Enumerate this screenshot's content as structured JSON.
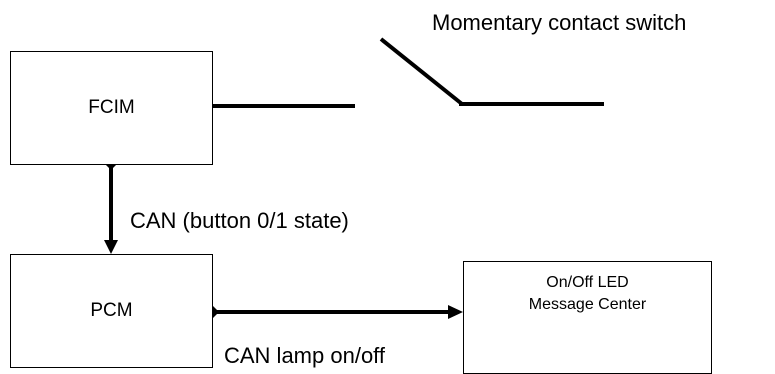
{
  "diagram": {
    "switch_label": "Momentary contact switch",
    "fcim": "FCIM",
    "pcm": "PCM",
    "led_box": "On/Off LED\nMessage Center",
    "can_button_label": "CAN (button 0/1 state)",
    "can_lamp_label": "CAN lamp on/off"
  }
}
